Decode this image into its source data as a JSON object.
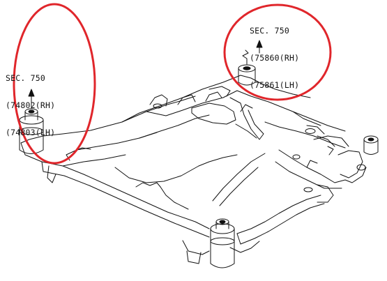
{
  "callouts": {
    "left": {
      "section": "SEC. 750",
      "part_rh": "(74802(RH)",
      "part_lh": "(74803(LH)"
    },
    "right": {
      "section": "SEC. 750",
      "part_rh": "(75860(RH)",
      "part_lh": "(75861(LH)"
    }
  },
  "colors": {
    "highlight_circle": "#e0262b",
    "line_art": "#111111"
  }
}
